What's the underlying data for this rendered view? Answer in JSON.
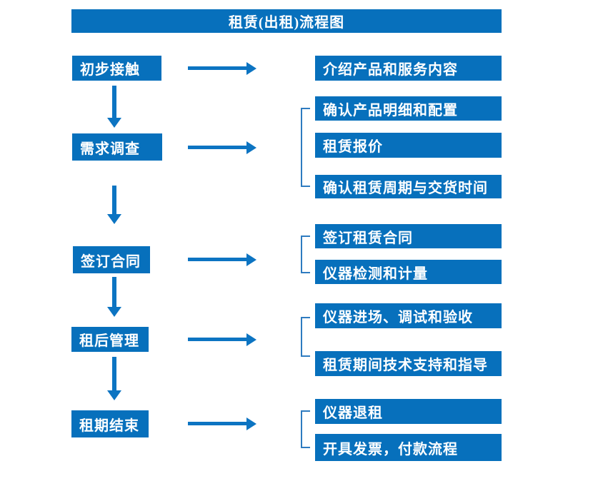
{
  "title": "租赁(出租)流程图",
  "colors": {
    "box_blue": "#0770bc",
    "arrow_blue": "#0c74c2",
    "bracket_blue": "#2e7bc0",
    "text_white": "#ffffff",
    "background": "#ffffff"
  },
  "flow": [
    {
      "step": "初步接触",
      "outputs": [
        "介绍产品和服务内容"
      ]
    },
    {
      "step": "需求调查",
      "outputs": [
        "确认产品明细和配置",
        "租赁报价",
        "确认租赁周期与交货时间"
      ]
    },
    {
      "step": "签订合同",
      "outputs": [
        "签订租赁合同",
        "仪器检测和计量"
      ]
    },
    {
      "step": "租后管理",
      "outputs": [
        "仪器进场、调试和验收",
        "租赁期间技术支持和指导"
      ]
    },
    {
      "step": "租期结束",
      "outputs": [
        "仪器退租",
        "开具发票，付款流程"
      ]
    }
  ]
}
